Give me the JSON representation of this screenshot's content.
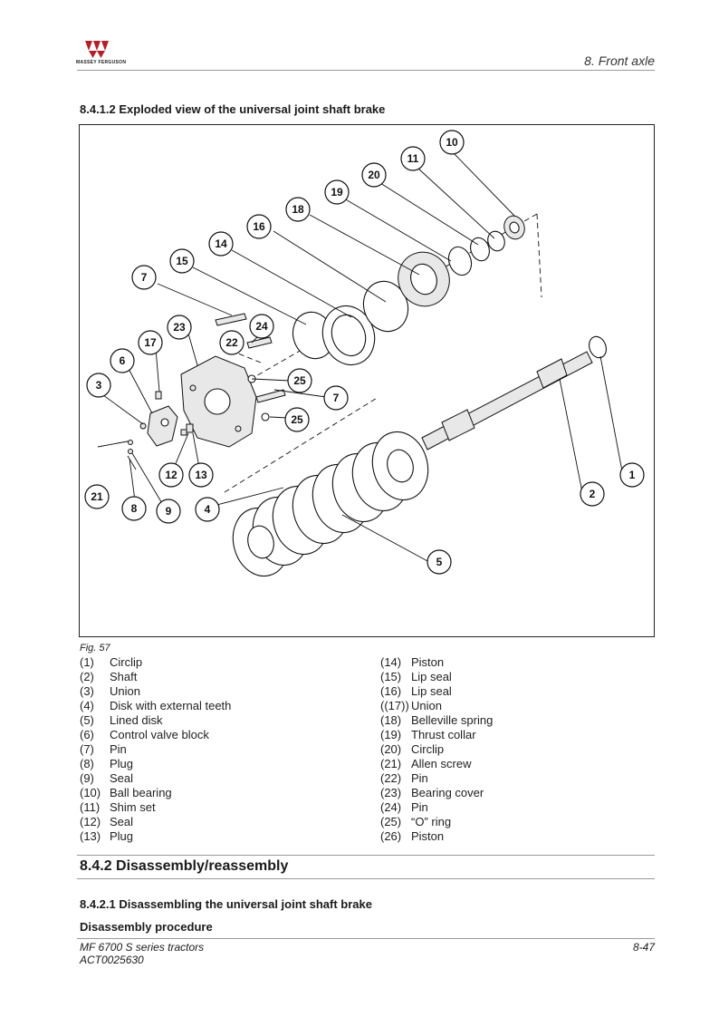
{
  "header": {
    "logo_icon": "massey-ferguson-triple-triangle-logo",
    "logo_text": "MASSEY FERGUSON",
    "chapter": "8. Front axle"
  },
  "section_title": "8.4.1.2 Exploded view of the universal joint shaft brake",
  "figure": {
    "caption": "Fig. 57",
    "callouts": [
      "10",
      "11",
      "20",
      "19",
      "18",
      "16",
      "14",
      "15",
      "7",
      "24",
      "23",
      "22",
      "17",
      "6",
      "25",
      "3",
      "7",
      "25",
      "1",
      "2",
      "12",
      "13",
      "21",
      "8",
      "9",
      "4",
      "5"
    ]
  },
  "legend_left": [
    {
      "num": "(1)",
      "label": "Circlip"
    },
    {
      "num": "(2)",
      "label": "Shaft"
    },
    {
      "num": "(3)",
      "label": "Union"
    },
    {
      "num": "(4)",
      "label": "Disk with external teeth"
    },
    {
      "num": "(5)",
      "label": "Lined disk"
    },
    {
      "num": "(6)",
      "label": "Control valve block"
    },
    {
      "num": "(7)",
      "label": "Pin"
    },
    {
      "num": "(8)",
      "label": "Plug"
    },
    {
      "num": "(9)",
      "label": "Seal"
    },
    {
      "num": "(10)",
      "label": "Ball bearing"
    },
    {
      "num": "(11)",
      "label": "Shim set"
    },
    {
      "num": "(12)",
      "label": "Seal"
    },
    {
      "num": "(13)",
      "label": "Plug"
    }
  ],
  "legend_right": [
    {
      "num": "(14)",
      "label": "Piston"
    },
    {
      "num": "(15)",
      "label": "Lip seal"
    },
    {
      "num": "(16)",
      "label": "Lip seal"
    },
    {
      "num": "((17))",
      "label": "Union"
    },
    {
      "num": "(18)",
      "label": "Belleville spring"
    },
    {
      "num": "(19)",
      "label": "Thrust collar"
    },
    {
      "num": "(20)",
      "label": "Circlip"
    },
    {
      "num": "(21)",
      "label": "Allen screw"
    },
    {
      "num": "(22)",
      "label": "Pin"
    },
    {
      "num": "(23)",
      "label": "Bearing cover"
    },
    {
      "num": "(24)",
      "label": "Pin"
    },
    {
      "num": "(25)",
      "label": "“O” ring"
    },
    {
      "num": "(26)",
      "label": "Piston"
    }
  ],
  "h2": "8.4.2 Disassembly/reassembly",
  "h3": "8.4.2.1 Disassembling the universal joint shaft brake",
  "h4": "Disassembly procedure",
  "footer": {
    "line1": "MF 6700 S series tractors",
    "line2": "ACT0025630",
    "page": "8-47"
  }
}
